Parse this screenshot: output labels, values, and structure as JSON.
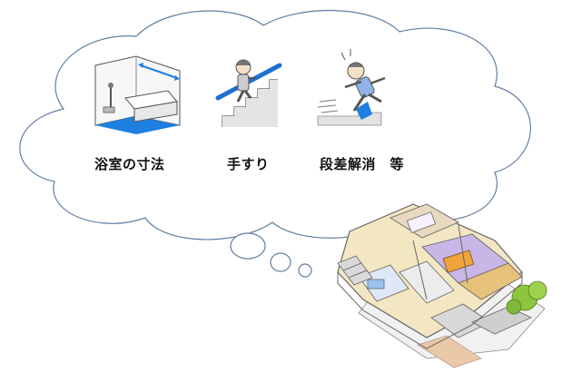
{
  "labels": {
    "bathroom": "浴室の寸法",
    "handrail": "手すり",
    "step": "段差解消　等"
  },
  "colors": {
    "cloud_outline": "#5f7fa3",
    "water_blue": "#1e7fe0",
    "floor_gray": "#cfcfcf",
    "wall_beige": "#f3e6c2",
    "room_purple": "#c8b7e6",
    "rug_orange": "#f0a43c",
    "tree_green": "#8cc63f",
    "handrail_blue": "#1f6fd0",
    "paving_peach": "#e9c9a8"
  },
  "icons": [
    "bathtub-icon",
    "stair-handrail-icon",
    "tripping-person-icon",
    "house-cutaway-icon"
  ]
}
